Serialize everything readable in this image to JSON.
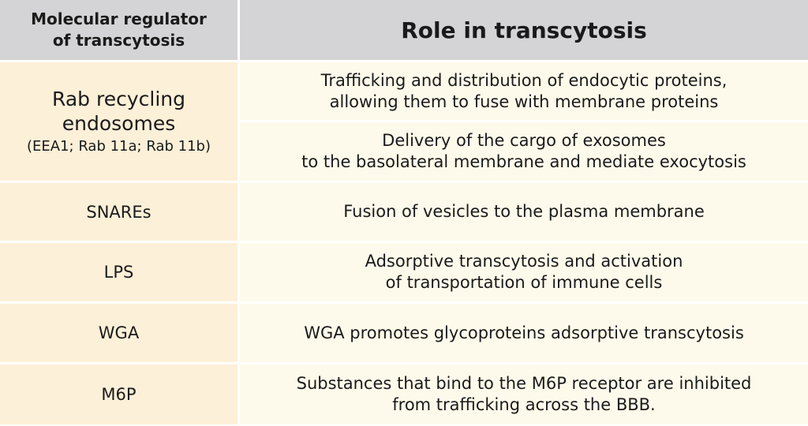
{
  "header": {
    "left_line1": "Molecular regulator",
    "left_line2": "of transcytosis",
    "right": "Role in transcytosis"
  },
  "rows": [
    {
      "regulator_main_line1": "Rab recycling",
      "regulator_main_line2": "endosomes",
      "regulator_sub": "(EEA1; Rab 11a; Rab 11b)",
      "roles": [
        {
          "line1": "Trafficking and distribution of endocytic proteins,",
          "line2": "allowing them to fuse with membrane proteins"
        },
        {
          "line1": "Delivery of the cargo of exosomes",
          "line2": "to the basolateral membrane and mediate exocytosis"
        }
      ]
    },
    {
      "regulator": "SNAREs",
      "role_line1": "Fusion of vesicles to the plasma membrane"
    },
    {
      "regulator": "LPS",
      "role_line1": "Adsorptive transcytosis and activation",
      "role_line2": "of transportation of immune cells"
    },
    {
      "regulator": "WGA",
      "role_line1": "WGA promotes glycoproteins adsorptive transcytosis"
    },
    {
      "regulator": "M6P",
      "role_line1": "Substances that bind to the M6P receptor are inhibited",
      "role_line2": "from trafficking across the BBB."
    }
  ],
  "colors": {
    "header_bg": "#d4d4d6",
    "left_col_bg": "#fdf0d8",
    "right_col_bg": "#fefaeb",
    "divider": "#ffffff"
  }
}
